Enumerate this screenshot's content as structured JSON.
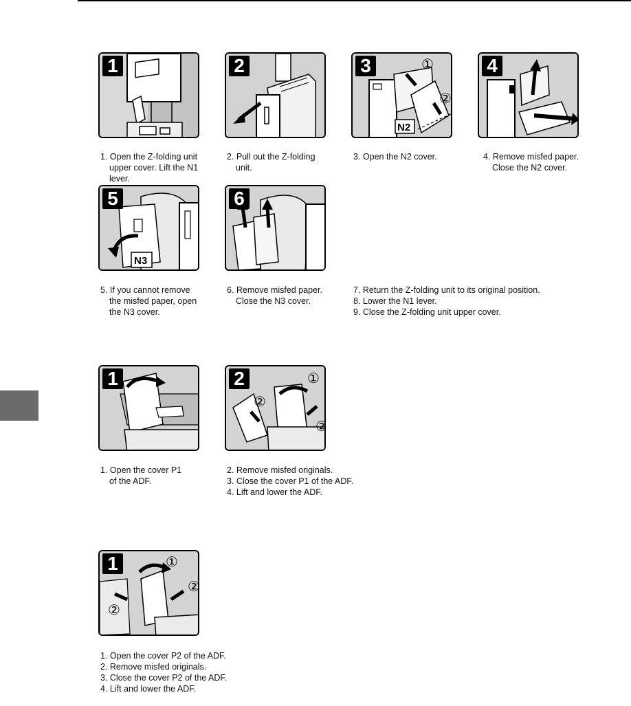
{
  "section_a": {
    "panels": [
      {
        "badge": "1",
        "caption": [
          "1. Open the Z-folding unit",
          "upper cover. Lift the N1",
          "lever."
        ]
      },
      {
        "badge": "2",
        "caption": [
          "2. Pull out the Z-folding",
          "unit."
        ]
      },
      {
        "badge": "3",
        "caption": [
          "3. Open the N2 cover."
        ],
        "callouts": [
          "①",
          "②"
        ],
        "label": "N2"
      },
      {
        "badge": "4",
        "caption": [
          "4. Remove misfed paper.",
          "Close the N2 cover."
        ]
      },
      {
        "badge": "5",
        "caption": [
          "5. If you cannot remove",
          "the misfed paper, open",
          "the N3 cover."
        ],
        "label": "N3"
      },
      {
        "badge": "6",
        "caption": [
          "6. Remove misfed paper.",
          "Close the N3 cover."
        ]
      }
    ],
    "steps": [
      "7. Return the Z-folding unit to its original position.",
      "8. Lower the N1 lever.",
      "9. Close the Z-folding unit upper cover."
    ]
  },
  "section_b": {
    "panels": [
      {
        "badge": "1",
        "caption": [
          "1. Open the cover P1",
          "of the ADF."
        ]
      },
      {
        "badge": "2",
        "caption": [],
        "callouts": [
          "①",
          "②",
          "②"
        ]
      }
    ],
    "steps": [
      "2. Remove misfed originals.",
      "3. Close the cover P1 of the ADF.",
      "4. Lift and lower the ADF."
    ]
  },
  "section_c": {
    "panels": [
      {
        "badge": "1",
        "callouts": [
          "①",
          "②",
          "②"
        ]
      }
    ],
    "steps": [
      "1. Open the cover P2 of the ADF.",
      "2. Remove misfed originals.",
      "3. Close the cover P2 of the ADF.",
      "4. Lift and lower the ADF."
    ]
  }
}
